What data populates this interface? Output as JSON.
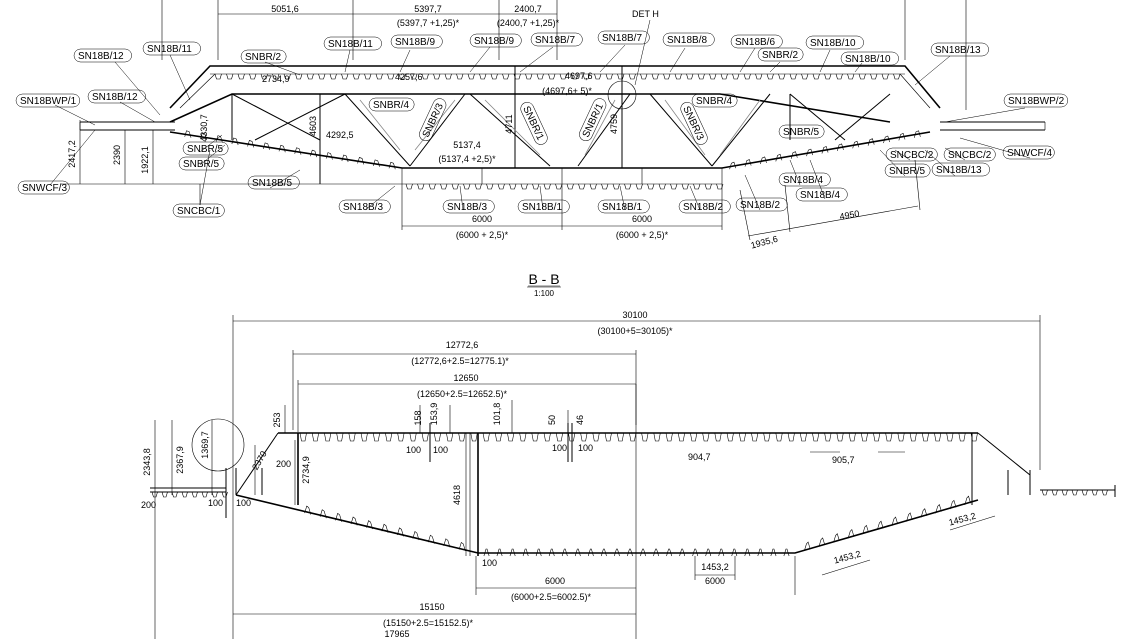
{
  "labels": [
    {
      "id": "snbr2_a",
      "text": "SNBR/2"
    },
    {
      "id": "sn18b11_a",
      "text": "SN18B/11"
    },
    {
      "id": "sn18b11_b",
      "text": "SN18B/11"
    },
    {
      "id": "sn18b12_a",
      "text": "SN18B/12"
    },
    {
      "id": "sn18b12_b",
      "text": "SN18B/12"
    },
    {
      "id": "sn18bwp1",
      "text": "SN18BWP/1"
    },
    {
      "id": "sn18b9_a",
      "text": "SN18B/9"
    },
    {
      "id": "sn18b9_b",
      "text": "SN18B/9"
    },
    {
      "id": "sn18b7_a",
      "text": "SN18B/7"
    },
    {
      "id": "sn18b7_b",
      "text": "SN18B/7"
    },
    {
      "id": "sn18b8",
      "text": "SN18B/8"
    },
    {
      "id": "sn18b6",
      "text": "SN18B/6"
    },
    {
      "id": "snbr2_b",
      "text": "SNBR/2"
    },
    {
      "id": "sn18b10_a",
      "text": "SN18B/10"
    },
    {
      "id": "sn18b10_b",
      "text": "SN18B/10"
    },
    {
      "id": "sn18b13_a",
      "text": "SN18B/13"
    },
    {
      "id": "sn18bwp2",
      "text": "SN18BWP/2"
    },
    {
      "id": "snbr4_a",
      "text": "SNBR/4"
    },
    {
      "id": "snbr4_b",
      "text": "SNBR/4"
    },
    {
      "id": "snbr3_a",
      "text": "SNBR/3"
    },
    {
      "id": "snbr3_b",
      "text": "SNBR/3"
    },
    {
      "id": "snbr1_a",
      "text": "SNBR/1"
    },
    {
      "id": "snbr1_b",
      "text": "SNBR/1"
    },
    {
      "id": "snbr5_a",
      "text": "SNBR/5"
    },
    {
      "id": "snbr5_b",
      "text": "SNBR/5"
    },
    {
      "id": "snbr5_c",
      "text": "SNBR/5"
    },
    {
      "id": "snbr5_d",
      "text": "SNBR/5"
    },
    {
      "id": "snwcf3",
      "text": "SNWCF/3"
    },
    {
      "id": "snwcf4",
      "text": "SNWCF/4"
    },
    {
      "id": "sn18b5",
      "text": "SN18B/5"
    },
    {
      "id": "sncbc1",
      "text": "SNCBC/1"
    },
    {
      "id": "sncbc2_a",
      "text": "SNCBC/2"
    },
    {
      "id": "sncbc2_b",
      "text": "SNCBC/2"
    },
    {
      "id": "sn18b13_b",
      "text": "SN18B/13"
    },
    {
      "id": "sn18b3_a",
      "text": "SN18B/3"
    },
    {
      "id": "sn18b3_b",
      "text": "SN18B/3"
    },
    {
      "id": "sn18b1_a",
      "text": "SN18B/1"
    },
    {
      "id": "sn18b1_b",
      "text": "SN18B/1"
    },
    {
      "id": "sn18b2_a",
      "text": "SN18B/2"
    },
    {
      "id": "sn18b2_b",
      "text": "SN18B/2"
    },
    {
      "id": "sn18b4_a",
      "text": "SN18B/4"
    },
    {
      "id": "sn18b4_b",
      "text": "SN18B/4"
    }
  ],
  "top_dims": [
    {
      "id": "d5051",
      "text": "5051,6"
    },
    {
      "id": "d5397",
      "text": "5397,7"
    },
    {
      "id": "d5397t",
      "text": "(5397,7 +1,25)*"
    },
    {
      "id": "d2400",
      "text": "2400,7"
    },
    {
      "id": "d2400t",
      "text": "(2400,7 +1,25)*"
    },
    {
      "id": "deth",
      "text": "DET H"
    },
    {
      "id": "d2734",
      "text": "2734,9"
    },
    {
      "id": "d4257",
      "text": "4257,6"
    },
    {
      "id": "d4697",
      "text": "4697,6"
    },
    {
      "id": "d4697t",
      "text": "(4697,6+ 5)*"
    },
    {
      "id": "d4330",
      "text": "4330,7"
    },
    {
      "id": "d4603",
      "text": "4603"
    },
    {
      "id": "d4292",
      "text": "4292,5"
    },
    {
      "id": "d4711",
      "text": "4711"
    },
    {
      "id": "d4759",
      "text": "4759"
    },
    {
      "id": "d5137",
      "text": "5137,4"
    },
    {
      "id": "d5137t",
      "text": "(5137,4 +2,5)*"
    },
    {
      "id": "d2417",
      "text": "2417,2"
    },
    {
      "id": "d2390",
      "text": "2390"
    },
    {
      "id": "d1922",
      "text": "1922,1"
    },
    {
      "id": "d6000a",
      "text": "6000"
    },
    {
      "id": "d6000at",
      "text": "(6000 + 2,5)*"
    },
    {
      "id": "d6000b",
      "text": "6000"
    },
    {
      "id": "d6000bt",
      "text": "(6000 + 2,5)*"
    },
    {
      "id": "d1935",
      "text": "1935,6"
    },
    {
      "id": "d4950",
      "text": "4950"
    }
  ],
  "section": {
    "title": "B - B",
    "scale": "1:100"
  },
  "bottom_dims": [
    {
      "id": "b30100",
      "text": "30100"
    },
    {
      "id": "b30100t",
      "text": "(30100+5=30105)*"
    },
    {
      "id": "b12772",
      "text": "12772,6"
    },
    {
      "id": "b12772t",
      "text": "(12772,6+2.5=12775.1)*"
    },
    {
      "id": "b12650",
      "text": "12650"
    },
    {
      "id": "b12650t",
      "text": "(12650+2.5=12652.5)*"
    },
    {
      "id": "b158",
      "text": "158"
    },
    {
      "id": "b153",
      "text": "153,9"
    },
    {
      "id": "b101",
      "text": "101,8"
    },
    {
      "id": "b50",
      "text": "50"
    },
    {
      "id": "b46",
      "text": "46"
    },
    {
      "id": "b253",
      "text": "253"
    },
    {
      "id": "b1369",
      "text": "1369,7"
    },
    {
      "id": "b2367",
      "text": "2367,9"
    },
    {
      "id": "b2343",
      "text": "2343,8"
    },
    {
      "id": "b2370",
      "text": "2370"
    },
    {
      "id": "b200a",
      "text": "200"
    },
    {
      "id": "b200b",
      "text": "200"
    },
    {
      "id": "b2734",
      "text": "2734,9"
    },
    {
      "id": "b100a",
      "text": "100"
    },
    {
      "id": "b100b",
      "text": "100"
    },
    {
      "id": "b100c",
      "text": "100"
    },
    {
      "id": "b100d",
      "text": "100"
    },
    {
      "id": "b100e",
      "text": "100"
    },
    {
      "id": "b100f",
      "text": "100"
    },
    {
      "id": "b100g",
      "text": "100"
    },
    {
      "id": "b4618",
      "text": "4618"
    },
    {
      "id": "b904",
      "text": "904,7"
    },
    {
      "id": "b905",
      "text": "905,7"
    },
    {
      "id": "b1453a",
      "text": "1453,2"
    },
    {
      "id": "b1453b",
      "text": "1453,2"
    },
    {
      "id": "b1453c",
      "text": "1453,2"
    },
    {
      "id": "b6000c",
      "text": "6000"
    },
    {
      "id": "b6000d",
      "text": "6000"
    },
    {
      "id": "b6000t",
      "text": "(6000+2.5=6002.5)*"
    },
    {
      "id": "b15150",
      "text": "15150"
    },
    {
      "id": "b15150t",
      "text": "(15150+2.5=15152.5)*"
    },
    {
      "id": "b17965",
      "text": "17965"
    }
  ]
}
